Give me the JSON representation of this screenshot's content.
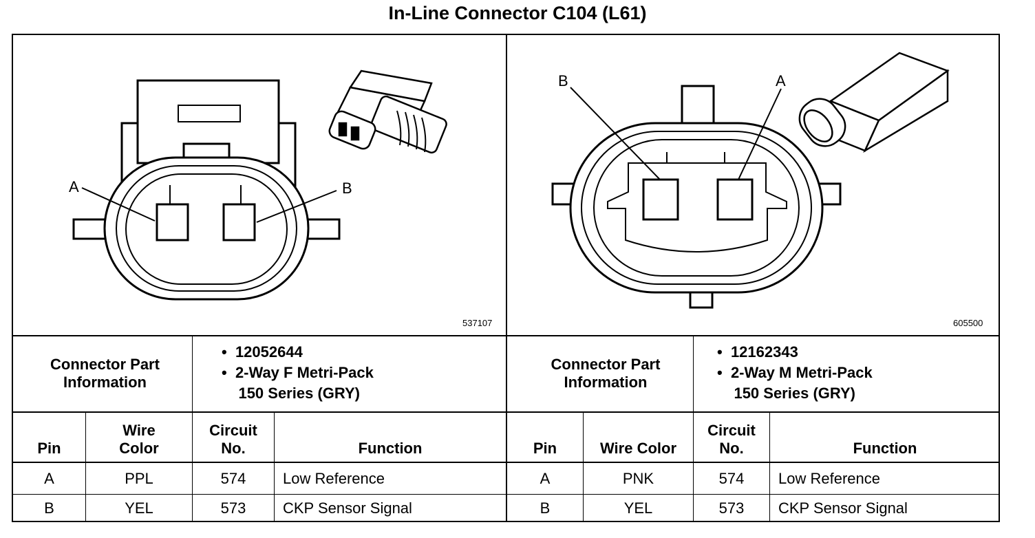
{
  "title": "In-Line Connector C104 (L61)",
  "connectors": [
    {
      "figure_id": "537107",
      "pin_labels": [
        "A",
        "B"
      ],
      "part_info_label": "Connector Part Information",
      "part_number": "12052644",
      "part_desc_1": "2-Way F Metri-Pack",
      "part_desc_2": "150 Series (GRY)",
      "headers": {
        "pin": "Pin",
        "wire_color": "Wire Color",
        "circuit_no": "Circuit No.",
        "function": "Function"
      },
      "rows": [
        {
          "pin": "A",
          "wire_color": "PPL",
          "circuit": "574",
          "function": "Low Reference"
        },
        {
          "pin": "B",
          "wire_color": "YEL",
          "circuit": "573",
          "function": "CKP Sensor Signal"
        }
      ]
    },
    {
      "figure_id": "605500",
      "pin_labels": [
        "B",
        "A"
      ],
      "part_info_label": "Connector Part Information",
      "part_number": "12162343",
      "part_desc_1": "2-Way M Metri-Pack",
      "part_desc_2": "150 Series (GRY)",
      "headers": {
        "pin": "Pin",
        "wire_color": "Wire Color",
        "circuit_no": "Circuit No.",
        "function": "Function"
      },
      "rows": [
        {
          "pin": "A",
          "wire_color": "PNK",
          "circuit": "574",
          "function": "Low Reference"
        },
        {
          "pin": "B",
          "wire_color": "YEL",
          "circuit": "573",
          "function": "CKP Sensor Signal"
        }
      ]
    }
  ]
}
